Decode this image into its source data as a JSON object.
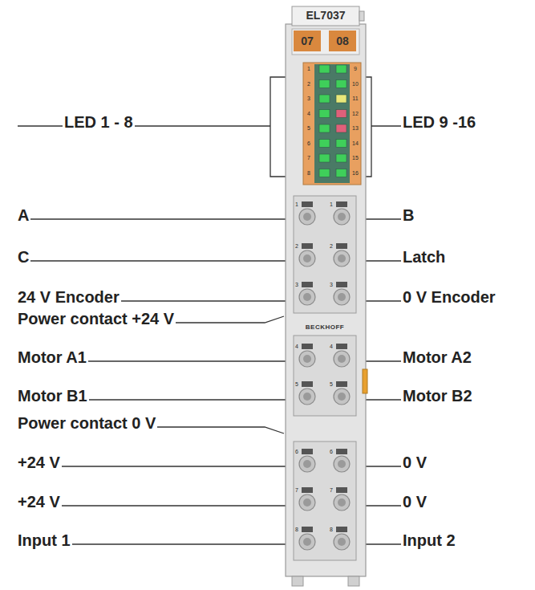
{
  "diagram": {
    "nodes": [
      {
        "text": [
          "EL7037"
        ]
      },
      {
        "text": [
          "07"
        ],
        "in": 0
      },
      {
        "text": [
          "08"
        ],
        "in": 0
      }
    ],
    "labels": [
      "LED 1 - 8",
      "LED 9 -16",
      "A",
      "B",
      "C",
      "Latch",
      "24 V Encoder",
      "0 V Encoder",
      "Power contact +24 V",
      "Motor A1",
      "Motor A2",
      "Motor B1",
      "Motor B2",
      "Power contact 0 V",
      "+24 V",
      "0 V",
      "+24 V",
      "0 V",
      "Input 1",
      "Input 2",
      "BECKHOFF",
      "1",
      "2",
      "3",
      "4",
      "5",
      "6",
      "7",
      "8",
      "9",
      "10",
      "11",
      "12",
      "13",
      "14",
      "15",
      "16",
      "1",
      "2",
      "3",
      "4",
      "5",
      "6",
      "7",
      "8",
      "1",
      "2",
      "3",
      "4",
      "5",
      "6",
      "7",
      "8"
    ]
  }
}
